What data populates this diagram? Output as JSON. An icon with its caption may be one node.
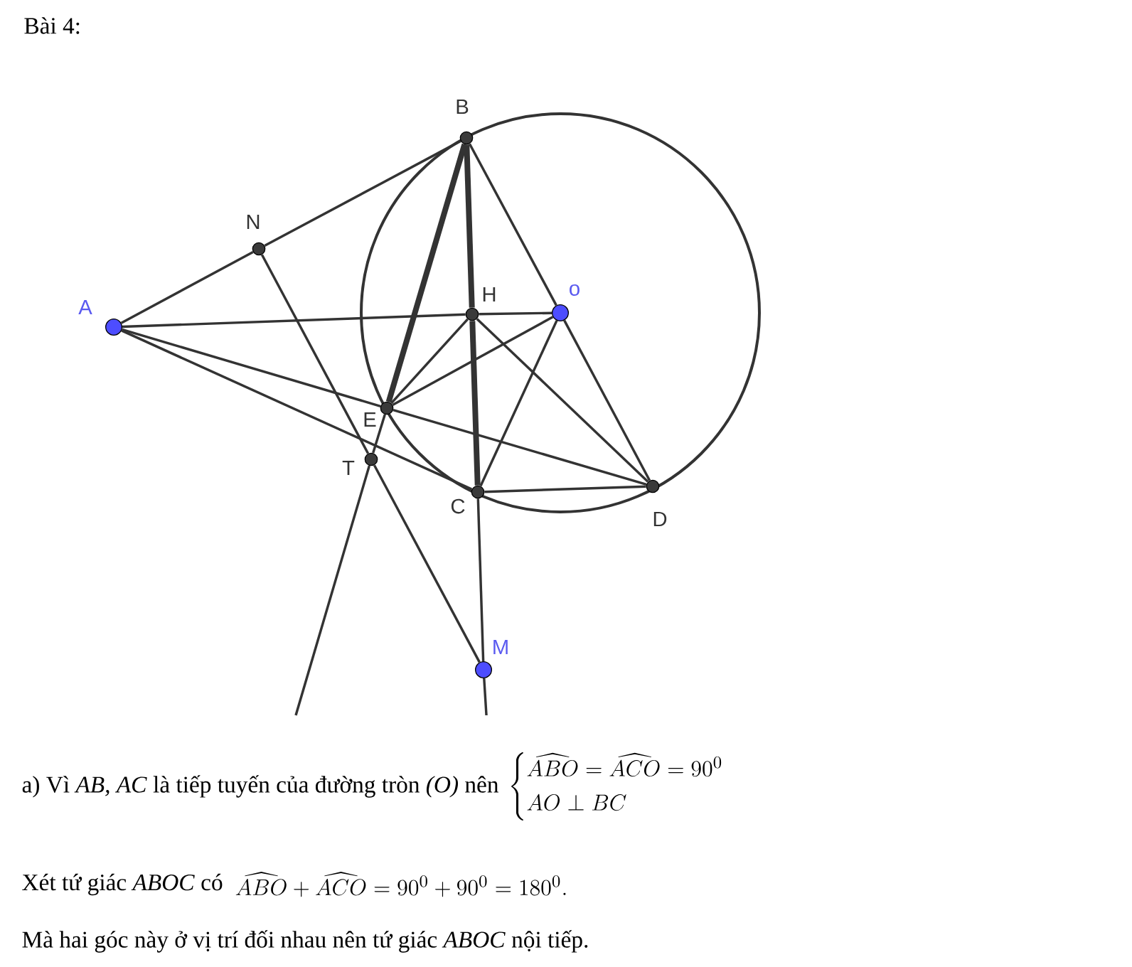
{
  "diagram": {
    "title": "Bài 4:",
    "nodes": [
      {
        "text": [],
        "shape": "circle",
        "beside": [
          "A"
        ]
      },
      {
        "text": [],
        "shape": "circle",
        "beside": [
          "B"
        ]
      },
      {
        "text": [],
        "shape": "circle",
        "beside": [
          "N"
        ]
      },
      {
        "text": [],
        "shape": "circle",
        "beside": [
          "H"
        ]
      },
      {
        "text": [],
        "shape": "circle",
        "beside": [
          "o"
        ]
      },
      {
        "text": [],
        "shape": "circle",
        "beside": [
          "E"
        ]
      },
      {
        "text": [],
        "shape": "circle",
        "beside": [
          "T"
        ]
      },
      {
        "text": [],
        "shape": "circle",
        "beside": [
          "C"
        ]
      },
      {
        "text": [],
        "shape": "circle",
        "beside": [
          "D"
        ]
      },
      {
        "text": [],
        "shape": "circle",
        "beside": [
          "M"
        ]
      }
    ],
    "edges": [
      {
        "from": 0,
        "to": 2,
        "arrow": "none"
      },
      {
        "from": 2,
        "to": 1,
        "arrow": "none"
      },
      {
        "from": 0,
        "to": 3,
        "arrow": "none"
      },
      {
        "from": 3,
        "to": 4,
        "arrow": "none"
      },
      {
        "from": 0,
        "to": 5,
        "arrow": "none"
      },
      {
        "from": 5,
        "to": 8,
        "arrow": "none"
      },
      {
        "from": 0,
        "to": 7,
        "arrow": "none"
      },
      {
        "from": 2,
        "to": 6,
        "arrow": "none"
      },
      {
        "from": 6,
        "to": 9,
        "arrow": "none"
      },
      {
        "from": 5,
        "to": 6,
        "arrow": "none"
      },
      {
        "from": 6,
        "to": null,
        "arrow": "none"
      },
      {
        "from": 1,
        "to": 5,
        "arrow": "none",
        "style": "thick"
      },
      {
        "from": 1,
        "to": 3,
        "arrow": "none",
        "style": "thick"
      },
      {
        "from": 3,
        "to": 7,
        "arrow": "none",
        "style": "thick"
      },
      {
        "from": 1,
        "to": 4,
        "arrow": "none"
      },
      {
        "from": 3,
        "to": 5,
        "arrow": "none"
      },
      {
        "from": 3,
        "to": 8,
        "arrow": "none"
      },
      {
        "from": 5,
        "to": 4,
        "arrow": "none"
      },
      {
        "from": 4,
        "to": 7,
        "arrow": "none"
      },
      {
        "from": 4,
        "to": 8,
        "arrow": "none"
      },
      {
        "from": 7,
        "to": 8,
        "arrow": "none"
      },
      {
        "from": 7,
        "to": 9,
        "arrow": "none"
      },
      {
        "from": 9,
        "to": null,
        "arrow": "none"
      }
    ],
    "labels": [
      "a) Vì *AB, AC* là tiếp tuyến của đường tròn *(O)* nên",
      "\\begin{cases}\\widehat{ABO}=\\widehat{ACO}=90^0\\\\ AO\\perp BC\\end{cases}",
      "Xét tứ giác *ABOC* có",
      "\\widehat{ABO}+\\widehat{ACO}=90^0+90^0=180^0.",
      "Mà hai góc này ở vị trí đối nhau nên tứ giác *ABOC* nội tiếp."
    ]
  }
}
